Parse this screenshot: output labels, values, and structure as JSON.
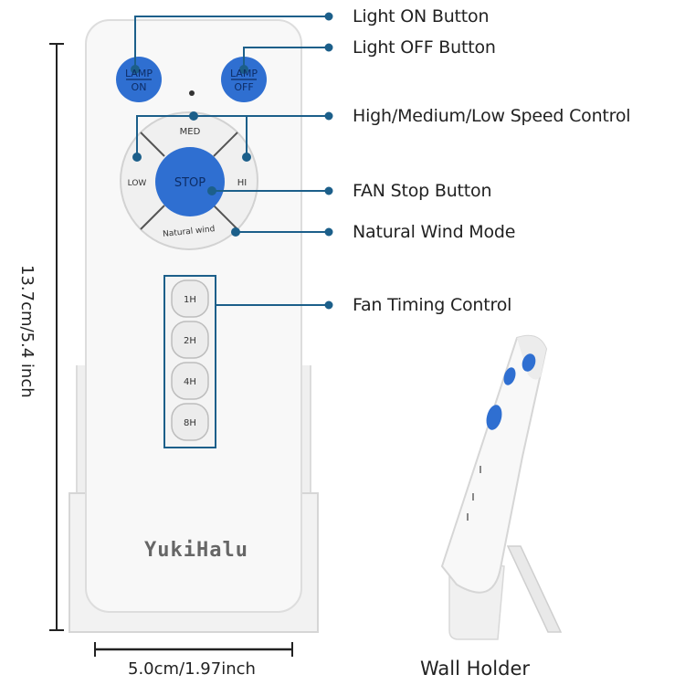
{
  "labels": {
    "light_on": "Light ON Button",
    "light_off": "Light OFF Button",
    "speed_control": "High/Medium/Low Speed Control",
    "fan_stop": "FAN Stop Button",
    "natural_wind": "Natural Wind Mode",
    "timing": "Fan Timing Control"
  },
  "remote": {
    "lamp_on_top": "LAMP",
    "lamp_on_bottom": "ON",
    "lamp_off_top": "LAMP",
    "lamp_off_bottom": "OFF",
    "med": "MED",
    "low": "LOW",
    "hi": "HI",
    "stop": "STOP",
    "natural_wind": "Natural wind",
    "timers": [
      "1H",
      "2H",
      "4H",
      "8H"
    ],
    "brand": "YukiHalu"
  },
  "dimensions": {
    "height": "13.7cm/5.4 inch",
    "width": "5.0cm/1.97inch"
  },
  "wall_holder": "Wall Holder",
  "colors": {
    "button_blue": "#2f6fd1",
    "callout_blue": "#1c5f8a",
    "remote_body": "#f7f7f7"
  }
}
